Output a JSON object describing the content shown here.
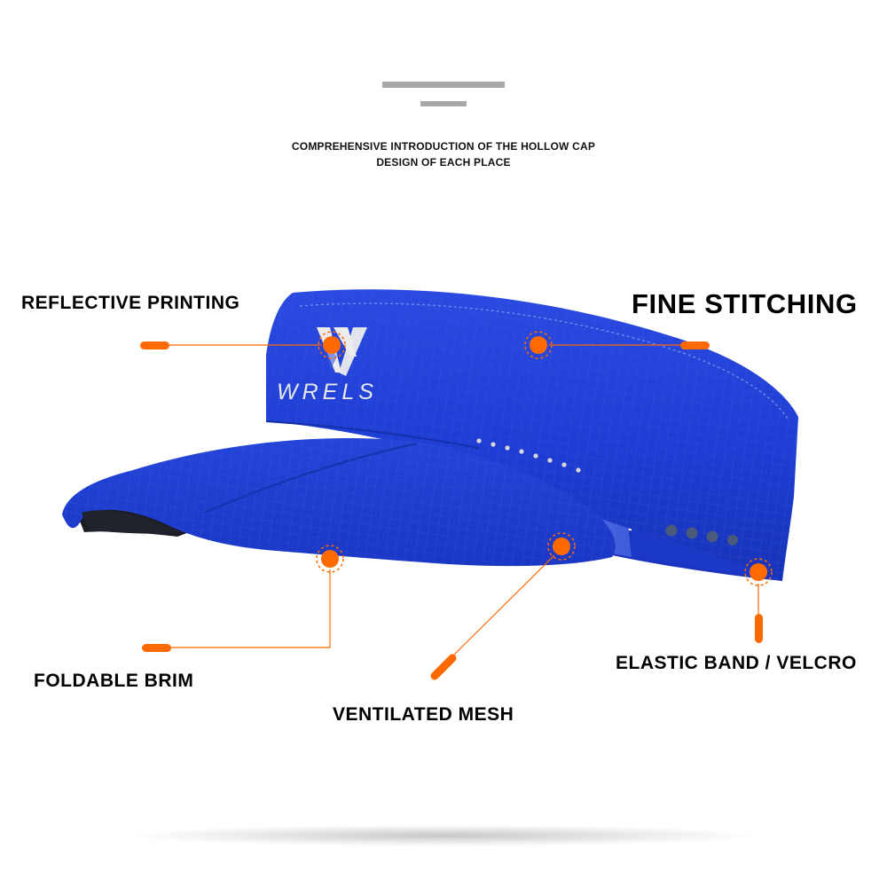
{
  "intro": {
    "line1": "COMPREHENSIVE INTRODUCTION OF THE HOLLOW CAP",
    "line2": "DESIGN OF EACH PLACE"
  },
  "features": {
    "reflective_printing": "REFLECTIVE PRINTING",
    "fine_stitching": "FINE STITCHING",
    "foldable_brim": "FOLDABLE BRIM",
    "ventilated_mesh": "VENTILATED MESH",
    "elastic_band": "ELASTIC BAND / VELCRO"
  },
  "logo": {
    "text": "WRELS"
  },
  "colors": {
    "cap_blue": "#1f3fd6",
    "accent_orange": "#ff6a00",
    "decor_gray": "#a8a8a8"
  }
}
